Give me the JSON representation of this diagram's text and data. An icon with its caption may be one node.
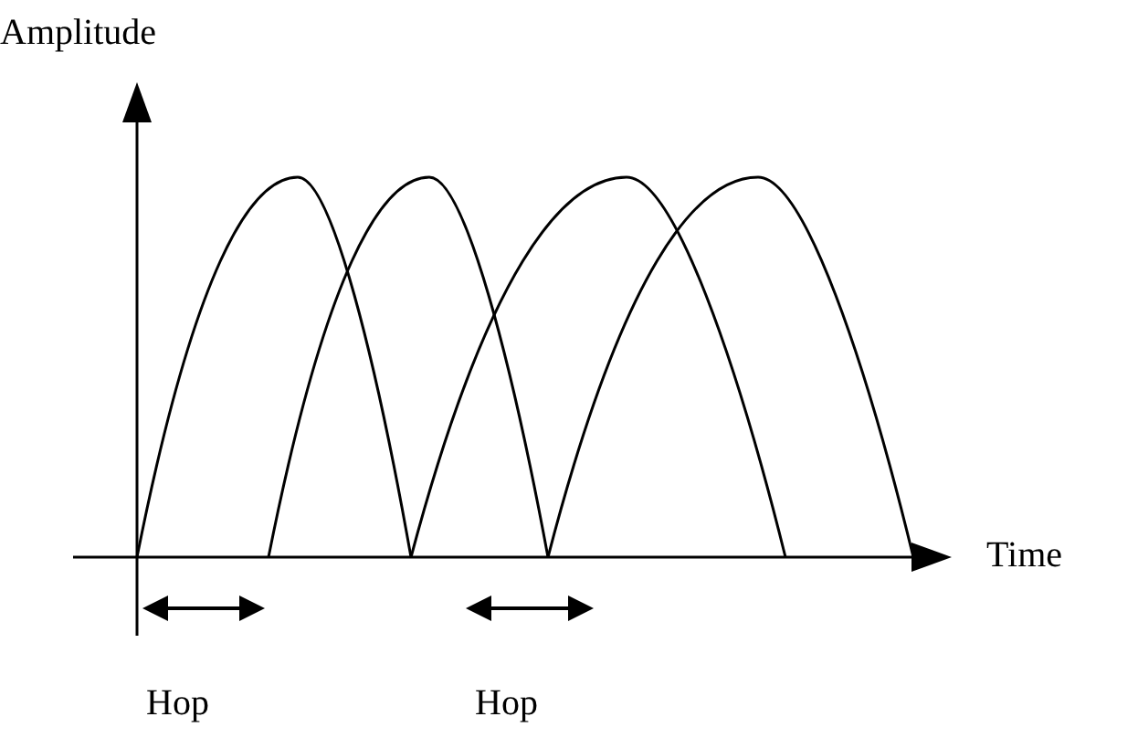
{
  "diagram": {
    "labels": [
      "Amplitude",
      "Time",
      "Hop",
      "Hop"
    ]
  }
}
